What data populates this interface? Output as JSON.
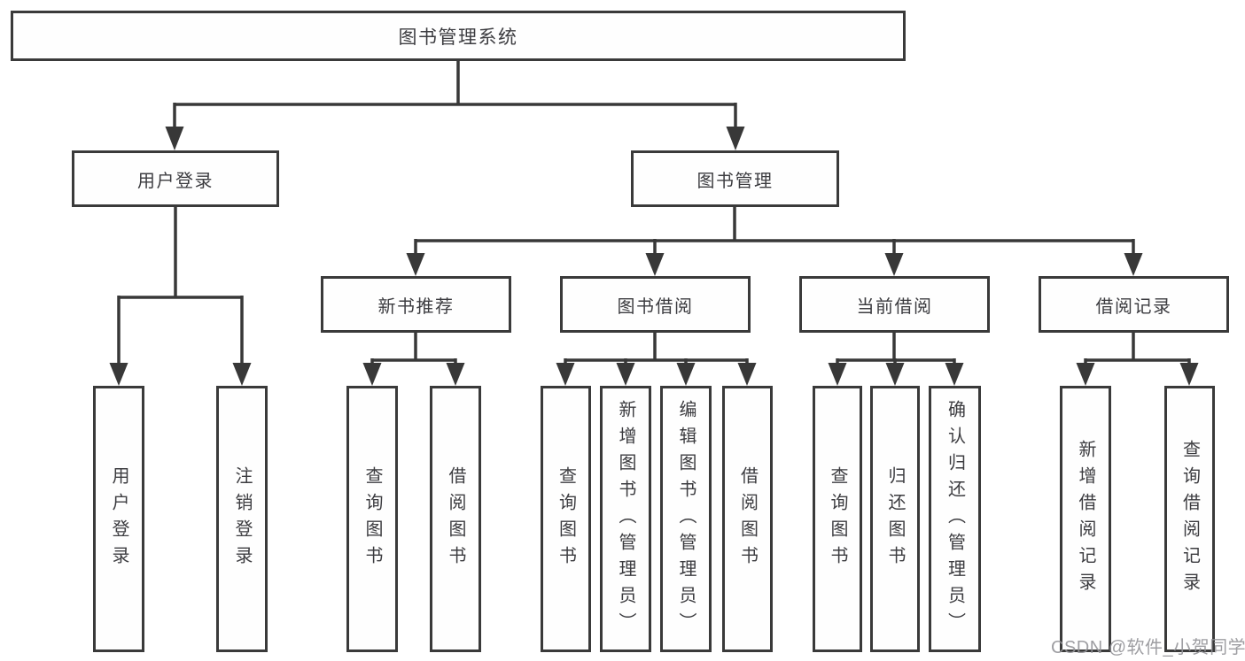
{
  "diagram": {
    "type": "hierarchy",
    "tree": {
      "root": {
        "label": "图书管理系统",
        "children": [
          {
            "label": "用户登录",
            "children": [
              {
                "label": "用户登录"
              },
              {
                "label": "注销登录"
              }
            ]
          },
          {
            "label": "图书管理",
            "children": [
              {
                "label": "新书推荐",
                "children": [
                  {
                    "label": "查询图书"
                  },
                  {
                    "label": "借阅图书"
                  }
                ]
              },
              {
                "label": "图书借阅",
                "children": [
                  {
                    "label": "查询图书"
                  },
                  {
                    "label": "新增图书（管理员）"
                  },
                  {
                    "label": "编辑图书（管理员）"
                  },
                  {
                    "label": "借阅图书"
                  }
                ]
              },
              {
                "label": "当前借阅",
                "children": [
                  {
                    "label": "查询图书"
                  },
                  {
                    "label": "归还图书"
                  },
                  {
                    "label": "确认归还（管理员）"
                  }
                ]
              },
              {
                "label": "借阅记录",
                "children": [
                  {
                    "label": "新增借阅记录"
                  },
                  {
                    "label": "查询借阅记录"
                  }
                ]
              }
            ]
          }
        ]
      }
    },
    "colors": {
      "line": "#383838",
      "box_border": "#3a3a3a",
      "text": "#3c3c40",
      "background": "#ffffff",
      "watermark": "#949498"
    }
  },
  "watermark": {
    "text": "CSDN @软件_小贺同学"
  }
}
